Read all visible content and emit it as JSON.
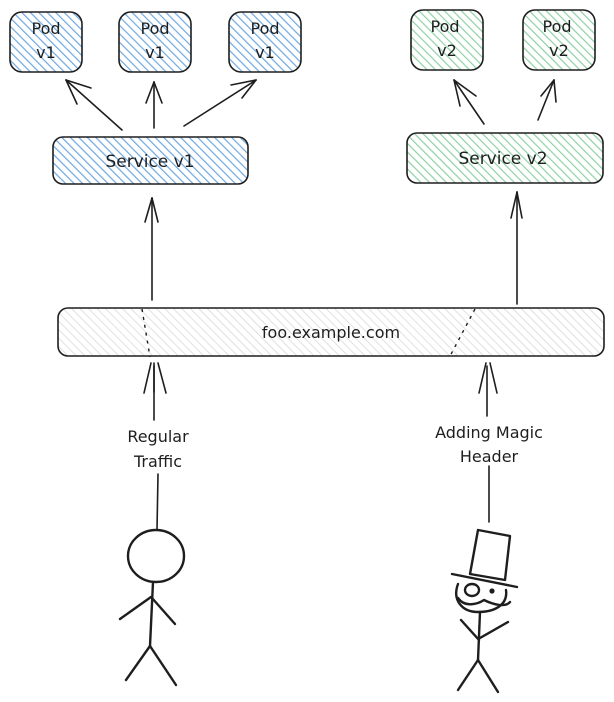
{
  "diagram": {
    "title": "",
    "colors": {
      "v1_fill": "#a5c8ec",
      "v1_stroke": "#4a90d9",
      "v2_fill": "#b2e2c2",
      "v2_stroke": "#5cb87a",
      "ingress_fill": "#e6e6e6",
      "ink": "#1e1e1e"
    },
    "pods_v1": [
      {
        "line1": "Pod",
        "line2": "v1"
      },
      {
        "line1": "Pod",
        "line2": "v1"
      },
      {
        "line1": "Pod",
        "line2": "v1"
      }
    ],
    "pods_v2": [
      {
        "line1": "Pod",
        "line2": "v2"
      },
      {
        "line1": "Pod",
        "line2": "v2"
      }
    ],
    "service_v1": "Service v1",
    "service_v2": "Service v2",
    "ingress": "foo.example.com",
    "regular_user": {
      "label_line1": "Regular",
      "label_line2": "Traffic",
      "icon": "stick-figure"
    },
    "magic_user": {
      "label_line1": "Adding Magic",
      "label_line2": "Header",
      "icon": "stick-figure-top-hat-monocle"
    }
  }
}
